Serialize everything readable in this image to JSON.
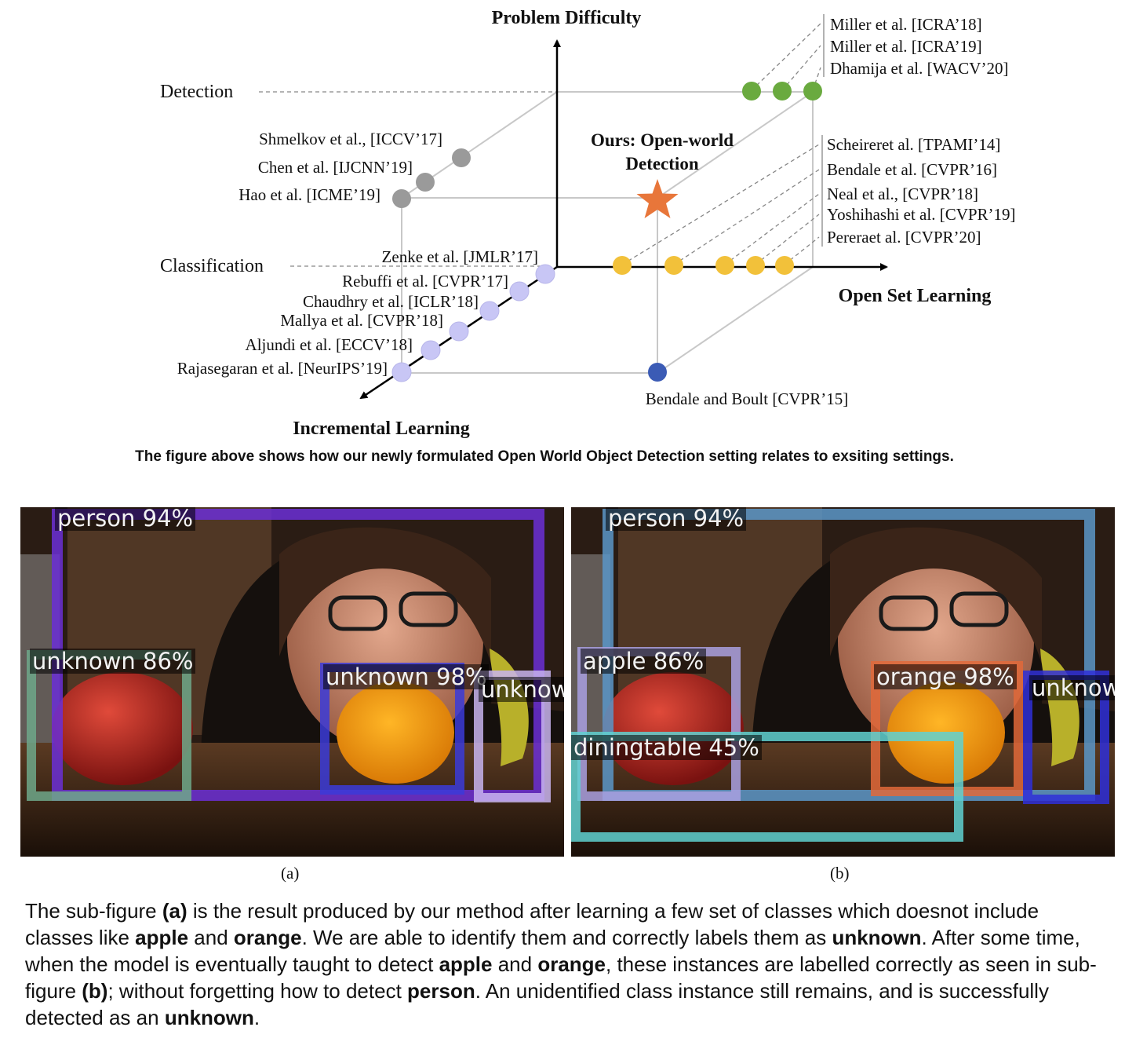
{
  "diagram": {
    "axes": {
      "vertical": "Problem Difficulty",
      "horizontal": "Open Set Learning",
      "diagonal": "Incremental Learning"
    },
    "levels": {
      "detection": "Detection",
      "classification": "Classification"
    },
    "ours": {
      "line1": "Ours: Open-world",
      "line2": "Detection"
    },
    "detection_refs": [
      "Miller et al. [ICRA’18]",
      "Miller et al. [ICRA’19]",
      "Dhamija et al. [WACV’20]"
    ],
    "openset_refs": [
      "Scheireret al. [TPAMI’14]",
      "Bendale et al. [CVPR’16]",
      "Neal et al., [CVPR’18]",
      "Yoshihashi et al. [CVPR’19]",
      "Pereraet al. [CVPR’20]"
    ],
    "incremental_detection_refs": [
      "Shmelkov et al., [ICCV’17]",
      "Chen et al. [IJCNN’19]",
      "Hao et al. [ICME’19]"
    ],
    "incremental_refs": [
      "Zenke et al. [JMLR’17]",
      "Rebuffi et al. [CVPR’17]",
      "Chaudhry et al. [ICLR’18]",
      "Mallya et al. [CVPR’18]",
      "Aljundi et al. [ECCV’18]",
      "Rajasegaran et al. [NeurIPS’19]"
    ],
    "bendale_ref": "Bendale and Boult [CVPR’15]",
    "colors": {
      "detection": "#6aaa3f",
      "openset": "#f2c13a",
      "incremental": "#c8c6f5",
      "incremental_detection": "#9a9a9a",
      "bendale": "#3b5bb5",
      "ours": "#e8763a"
    }
  },
  "caption_top": "The figure above shows how our newly formulated Open World Object Detection setting relates to exsiting settings.",
  "figure_a": {
    "sublabel": "(a)",
    "detections": [
      {
        "label": "person 94%",
        "color": "#6b2fd6"
      },
      {
        "label": "unknown 86%",
        "color": "#6fa88a"
      },
      {
        "label": "unknown 98%",
        "color": "#3b3bd8"
      },
      {
        "label": "unknow",
        "color": "#c8b4ee"
      }
    ]
  },
  "figure_b": {
    "sublabel": "(b)",
    "detections": [
      {
        "label": "person 94%",
        "color": "#5a96c8"
      },
      {
        "label": "apple 86%",
        "color": "#a9a0e0"
      },
      {
        "label": "orange 98%",
        "color": "#e0693a"
      },
      {
        "label": "unknow",
        "color": "#2f2fd8"
      },
      {
        "label": "diningtable 45%",
        "color": "#5fd1d1"
      }
    ]
  },
  "bottom_text": {
    "s1": "The sub-figure ",
    "b1": "(a)",
    "s2": " is the result produced by our method after learning a few set of classes which doesnot include classes like ",
    "b2": "apple",
    "s3": " and ",
    "b3": "orange",
    "s4": ". We are able to identify them and correctly labels them as ",
    "b4": "unknown",
    "s5": ". After some time, when the model is eventually taught to detect ",
    "b5": "apple",
    "s6": " and ",
    "b6": "orange",
    "s7": ", these instances are labelled correctly as seen in sub-figure ",
    "b7": "(b)",
    "s8": "; without forgetting how to detect ",
    "b8": "person",
    "s9": ". An unidentified class instance still remains, and is successfully detected as an ",
    "b9": "unknown",
    "s10": "."
  }
}
